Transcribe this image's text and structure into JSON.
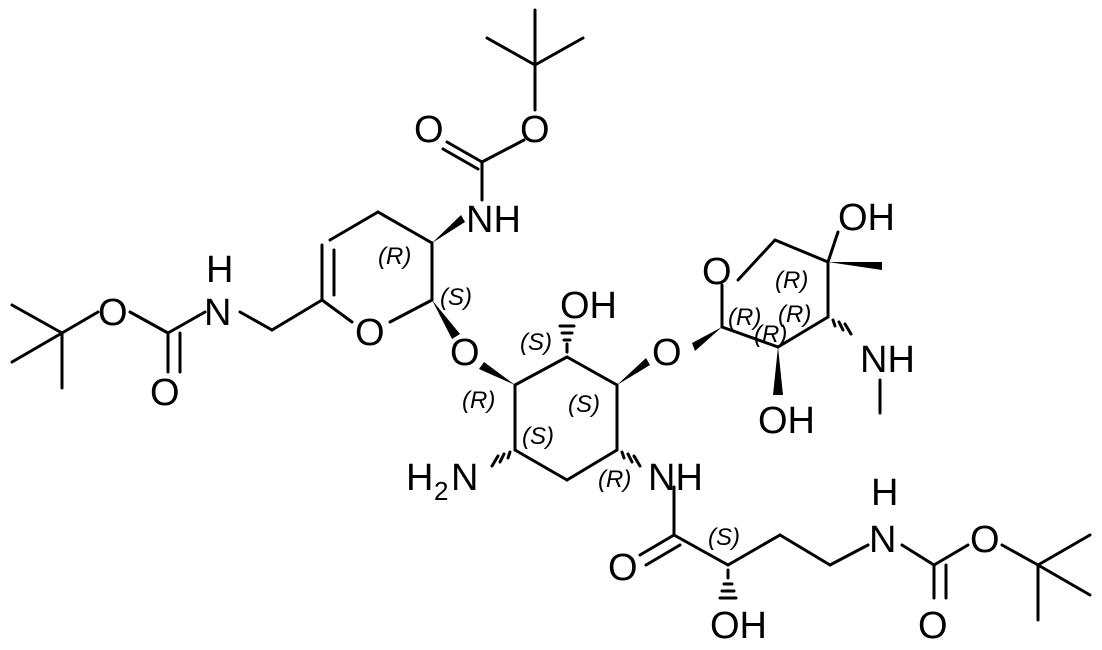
{
  "atoms": {
    "o_boc_top_co": "O",
    "o_boc_top_ester": "O",
    "nh_boc_top": "NH",
    "n_left": "N",
    "h_left": "H",
    "o_left_ester": "O",
    "o_left_co": "O",
    "o_ring_pyran": "O",
    "o_link_left": "O",
    "oh_top_center": "OH",
    "o_link_right": "O",
    "o_ring_right": "O",
    "oh_top_right": "OH",
    "nh_right": "NH",
    "oh_bottom_right": "OH",
    "h2n_h": "H",
    "h2n_sub": "2",
    "h2n_n": "N",
    "nh_amide": "NH",
    "o_amide": "O",
    "oh_bottom": "OH",
    "n_boc_bottom": "N",
    "h_boc_bottom": "H",
    "o_boc_bottom_ester": "O",
    "o_boc_bottom_co": "O"
  },
  "stereo": {
    "r_pyran": "(R)",
    "s_pyran": "(S)",
    "s_hex_top": "(S)",
    "r_hex_left": "(R)",
    "s_hex_center": "(S)",
    "s_hex_lowerleft": "(S)",
    "r_hex_lowerright": "(R)",
    "r_sugar_top": "(R)",
    "r_sugar_a": "(R)",
    "r_sugar_b": "(R)",
    "r_sugar_c": "(R)",
    "s_chain": "(S)"
  }
}
